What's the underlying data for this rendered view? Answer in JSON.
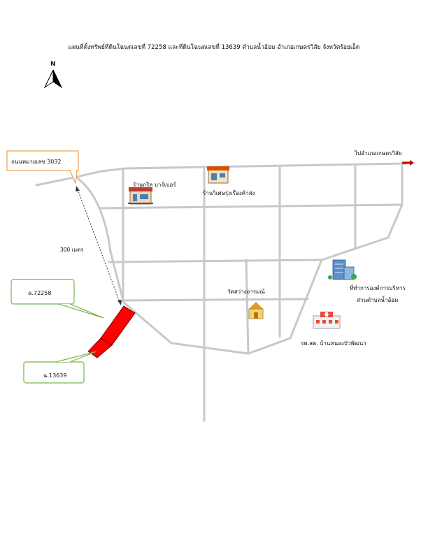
{
  "title": "แผนที่ตั้งทรัพย์ที่ดินโฉนดเลขที่  72258 และที่ดินโฉนดเลขที่ 13639 ตำบลน้ำอ้อม อำเภอเกษตรวิสัย จังหวัดร้อยเอ็ด",
  "compass": {
    "label": "N",
    "icon": "north-arrow-icon"
  },
  "road_label": "ถนนหมายเลข 3032",
  "direction_label": "ไปอำเภอเกษตรวิสัย",
  "distance_label": "300 เมตร",
  "parcels": [
    {
      "label": "ฉ.72258",
      "color": "#ff0000"
    },
    {
      "label": "ฉ.13639",
      "color": "#ff0000"
    }
  ],
  "landmarks": {
    "grill_bar": "ร้านกริล บาร์เบอร์",
    "wiset_shop": "ร้านวิเศษรุ่งเรืองค้าส่ง",
    "temple": "วัดสว่างอารมณ์",
    "tao_office_line1": "ที่ทำการองค์การบริหาร",
    "tao_office_line2": "ส่วนตำบลน้ำอ้อม",
    "hospital": "รพ.สต. บ้านหนองบัวพัฒนา"
  },
  "colors": {
    "road": "#c8c8c8",
    "callout_orange": "#f0a050",
    "callout_green": "#78b450",
    "arrow": "#c00000"
  }
}
